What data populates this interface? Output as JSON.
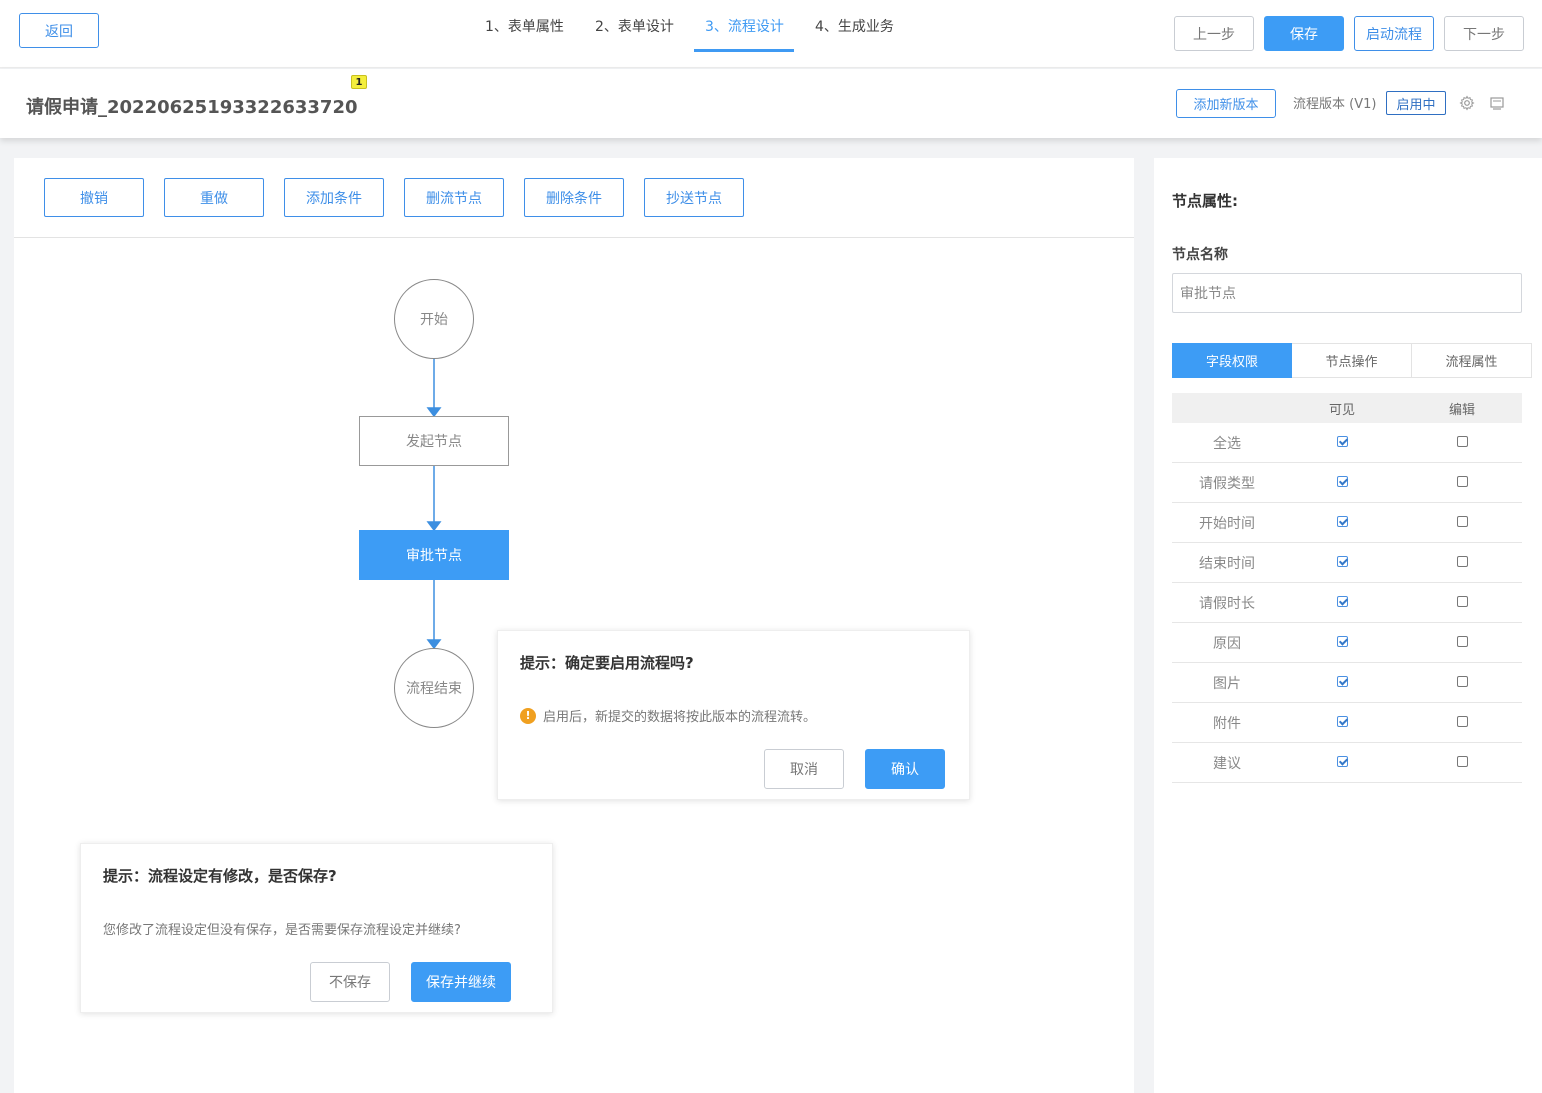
{
  "topbar": {
    "back_label": "返回",
    "steps": [
      "1、表单属性",
      "2、表单设计",
      "3、流程设计",
      "4、生成业务"
    ],
    "prev_label": "上一步",
    "save_label": "保存",
    "start_label": "启动流程",
    "next_label": "下一步"
  },
  "titlebar": {
    "title": "请假申请_20220625193322633720",
    "badge": "1",
    "add_version_label": "添加新版本",
    "version_text": "流程版本 (V1)",
    "status": "启用中"
  },
  "toolbar": {
    "undo": "撤销",
    "redo": "重做",
    "add_condition": "添加条件",
    "delete_node": "删流节点",
    "delete_condition": "删除条件",
    "cc_node": "抄送节点"
  },
  "flow": {
    "start": "开始",
    "initiate": "发起节点",
    "approve": "审批节点",
    "end": "流程结束"
  },
  "dialog_enable": {
    "title": "提示：确定要启用流程吗?",
    "message": "启用后，新提交的数据将按此版本的流程流转。",
    "cancel": "取消",
    "confirm": "确认"
  },
  "dialog_save": {
    "title": "提示：流程设定有修改，是否保存?",
    "message": "您修改了流程设定但没有保存，是否需要保存流程设定并继续?",
    "no_save": "不保存",
    "save_continue": "保存并继续"
  },
  "right_panel": {
    "heading": "节点属性:",
    "name_label": "节点名称",
    "name_value": "审批节点",
    "tabs": [
      "字段权限",
      "节点操作",
      "流程属性"
    ],
    "col_visible": "可见",
    "col_edit": "编辑",
    "rows": [
      {
        "label": "全选",
        "visible": true,
        "edit": false
      },
      {
        "label": "请假类型",
        "visible": true,
        "edit": false
      },
      {
        "label": "开始时间",
        "visible": true,
        "edit": false
      },
      {
        "label": "结束时间",
        "visible": true,
        "edit": false
      },
      {
        "label": "请假时长",
        "visible": true,
        "edit": false
      },
      {
        "label": "原因",
        "visible": true,
        "edit": false
      },
      {
        "label": "图片",
        "visible": true,
        "edit": false
      },
      {
        "label": "附件",
        "visible": true,
        "edit": false
      },
      {
        "label": "建议",
        "visible": true,
        "edit": false
      }
    ]
  },
  "colors": {
    "primary": "#3d9cf5",
    "border_blue": "#3f8fe8",
    "warning": "#f0a020"
  }
}
